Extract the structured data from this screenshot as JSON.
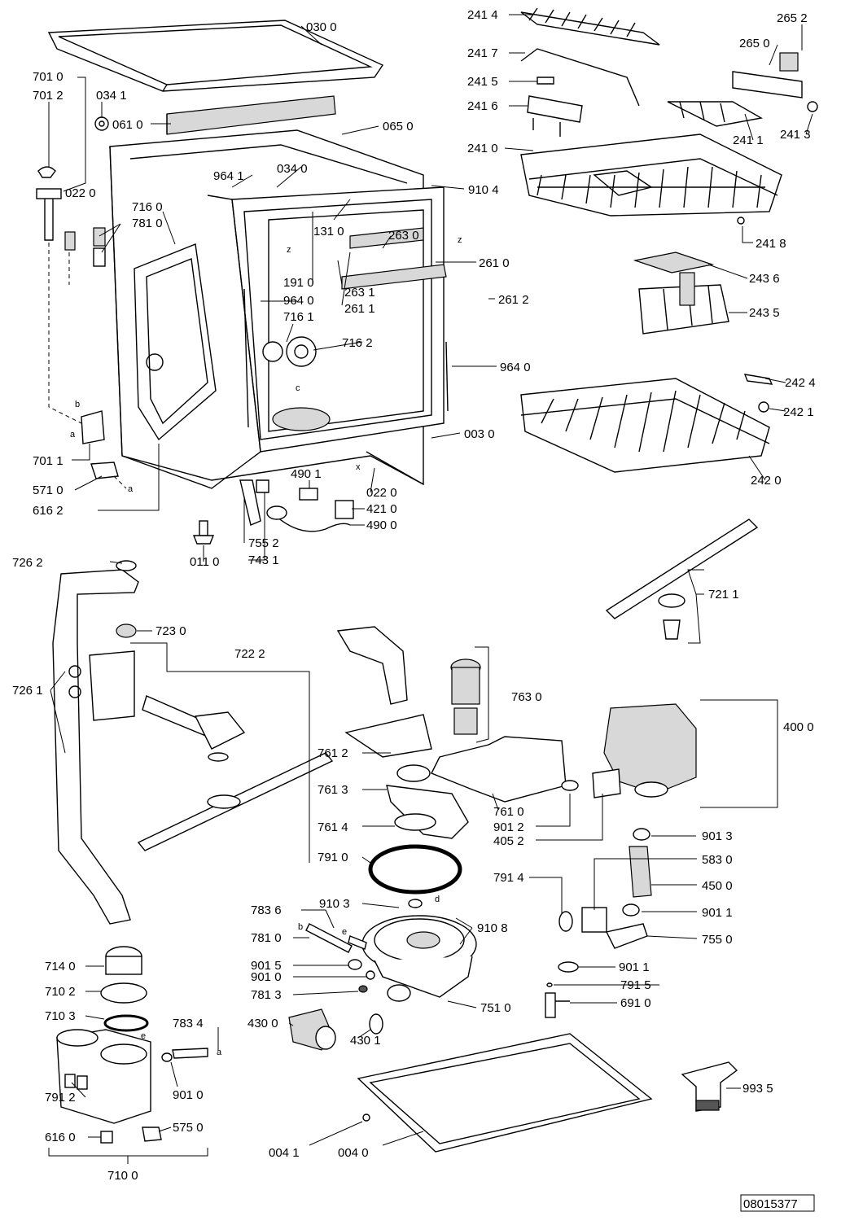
{
  "document_number": "08015377",
  "labels": [
    {
      "id": "030-0",
      "text": "030 0"
    },
    {
      "id": "701-0",
      "text": "701 0"
    },
    {
      "id": "701-2",
      "text": "701 2"
    },
    {
      "id": "034-1",
      "text": "034 1"
    },
    {
      "id": "061-0",
      "text": "061 0"
    },
    {
      "id": "065-0",
      "text": "065 0"
    },
    {
      "id": "034-0",
      "text": "034 0"
    },
    {
      "id": "964-1",
      "text": "964 1"
    },
    {
      "id": "910-4",
      "text": "910 4"
    },
    {
      "id": "022-0-top",
      "text": "022 0"
    },
    {
      "id": "716-0",
      "text": "716 0"
    },
    {
      "id": "781-0-top",
      "text": "781 0"
    },
    {
      "id": "131-0",
      "text": "131 0"
    },
    {
      "id": "263-0",
      "text": "263 0"
    },
    {
      "id": "261-0",
      "text": "261 0"
    },
    {
      "id": "191-0",
      "text": "191 0"
    },
    {
      "id": "964-0-a",
      "text": "964 0"
    },
    {
      "id": "263-1",
      "text": "263 1"
    },
    {
      "id": "261-1",
      "text": "261 1"
    },
    {
      "id": "261-2",
      "text": "261 2"
    },
    {
      "id": "716-1",
      "text": "716 1"
    },
    {
      "id": "716-2",
      "text": "716 2"
    },
    {
      "id": "964-0-b",
      "text": "964 0"
    },
    {
      "id": "003-0",
      "text": "003 0"
    },
    {
      "id": "701-1",
      "text": "701 1"
    },
    {
      "id": "571-0",
      "text": "571 0"
    },
    {
      "id": "616-2",
      "text": "616 2"
    },
    {
      "id": "490-1",
      "text": "490 1"
    },
    {
      "id": "022-0-bot",
      "text": "022 0"
    },
    {
      "id": "421-0",
      "text": "421 0"
    },
    {
      "id": "490-0",
      "text": "490 0"
    },
    {
      "id": "755-2",
      "text": "755 2"
    },
    {
      "id": "743-1",
      "text": "743 1"
    },
    {
      "id": "011-0",
      "text": "011 0"
    },
    {
      "id": "241-4",
      "text": "241 4"
    },
    {
      "id": "241-7",
      "text": "241 7"
    },
    {
      "id": "241-5",
      "text": "241 5"
    },
    {
      "id": "241-6",
      "text": "241 6"
    },
    {
      "id": "241-0",
      "text": "241 0"
    },
    {
      "id": "265-2",
      "text": "265 2"
    },
    {
      "id": "265-0",
      "text": "265 0"
    },
    {
      "id": "241-1",
      "text": "241 1"
    },
    {
      "id": "241-3",
      "text": "241 3"
    },
    {
      "id": "241-8",
      "text": "241 8"
    },
    {
      "id": "243-6",
      "text": "243 6"
    },
    {
      "id": "243-5",
      "text": "243 5"
    },
    {
      "id": "242-4",
      "text": "242 4"
    },
    {
      "id": "242-1",
      "text": "242 1"
    },
    {
      "id": "242-0",
      "text": "242 0"
    },
    {
      "id": "721-1",
      "text": "721 1"
    },
    {
      "id": "726-2",
      "text": "726 2"
    },
    {
      "id": "723-0",
      "text": "723 0"
    },
    {
      "id": "722-2",
      "text": "722 2"
    },
    {
      "id": "726-1",
      "text": "726 1"
    },
    {
      "id": "763-0",
      "text": "763 0"
    },
    {
      "id": "400-0",
      "text": "400 0"
    },
    {
      "id": "761-2",
      "text": "761 2"
    },
    {
      "id": "761-3",
      "text": "761 3"
    },
    {
      "id": "761-0",
      "text": "761 0"
    },
    {
      "id": "901-2",
      "text": "901 2"
    },
    {
      "id": "405-2",
      "text": "405 2"
    },
    {
      "id": "761-4",
      "text": "761 4"
    },
    {
      "id": "901-3",
      "text": "901 3"
    },
    {
      "id": "791-0",
      "text": "791 0"
    },
    {
      "id": "583-0",
      "text": "583 0"
    },
    {
      "id": "791-4",
      "text": "791 4"
    },
    {
      "id": "450-0",
      "text": "450 0"
    },
    {
      "id": "910-3",
      "text": "910 3"
    },
    {
      "id": "783-6",
      "text": "783 6"
    },
    {
      "id": "910-8",
      "text": "910 8"
    },
    {
      "id": "901-1-a",
      "text": "901 1"
    },
    {
      "id": "781-0-bot",
      "text": "781 0"
    },
    {
      "id": "755-0",
      "text": "755 0"
    },
    {
      "id": "714-0",
      "text": "714 0"
    },
    {
      "id": "901-5",
      "text": "901 5"
    },
    {
      "id": "901-1-b",
      "text": "901 1"
    },
    {
      "id": "901-0-a",
      "text": "901 0"
    },
    {
      "id": "710-2",
      "text": "710 2"
    },
    {
      "id": "791-5",
      "text": "791 5"
    },
    {
      "id": "781-3",
      "text": "781 3"
    },
    {
      "id": "751-0",
      "text": "751 0"
    },
    {
      "id": "710-3",
      "text": "710 3"
    },
    {
      "id": "691-0",
      "text": "691 0"
    },
    {
      "id": "783-4",
      "text": "783 4"
    },
    {
      "id": "430-0",
      "text": "430 0"
    },
    {
      "id": "430-1",
      "text": "430 1"
    },
    {
      "id": "901-0-b",
      "text": "901 0"
    },
    {
      "id": "993-5",
      "text": "993 5"
    },
    {
      "id": "791-2",
      "text": "791 2"
    },
    {
      "id": "575-0",
      "text": "575 0"
    },
    {
      "id": "616-0",
      "text": "616 0"
    },
    {
      "id": "004-1",
      "text": "004 1"
    },
    {
      "id": "004-0",
      "text": "004 0"
    },
    {
      "id": "710-0",
      "text": "710 0"
    }
  ],
  "connector_letters": [
    "a",
    "b",
    "c",
    "d",
    "e",
    "x",
    "z"
  ]
}
